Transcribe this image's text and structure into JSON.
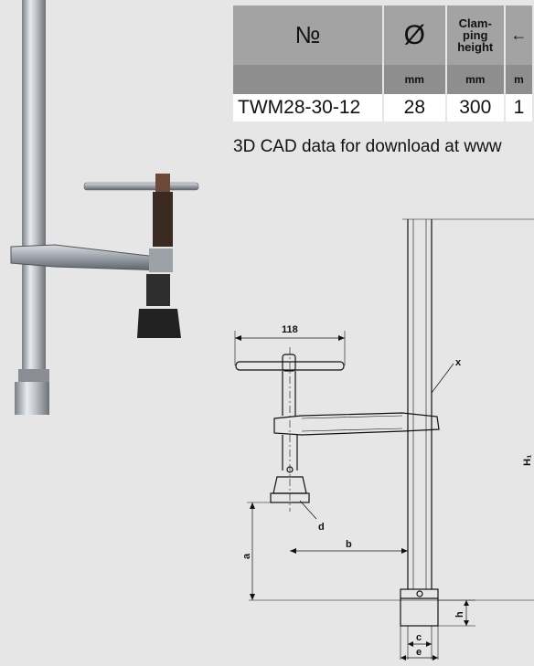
{
  "table": {
    "headers": [
      "№",
      "Ø",
      "Clam-\nping\nheight",
      "←"
    ],
    "clamp_header_lines": [
      "Clam-",
      "ping",
      "height"
    ],
    "units": [
      "",
      "mm",
      "mm",
      "m"
    ],
    "row": {
      "no": "TWM28-30-12",
      "diameter": "28",
      "clamping_height": "300",
      "next": "1"
    }
  },
  "note": "3D CAD data for download at www",
  "drawing": {
    "dim_118": "118",
    "label_x": "x",
    "label_H1": "H₁",
    "label_d": "d",
    "label_a": "a",
    "label_b": "b",
    "label_h": "h",
    "label_c": "c",
    "label_e": "e"
  },
  "colors": {
    "background": "#e6e6e6",
    "header_top": "#a3a3a3",
    "header_units": "#8e8e8e",
    "row_bg": "#ffffff"
  }
}
